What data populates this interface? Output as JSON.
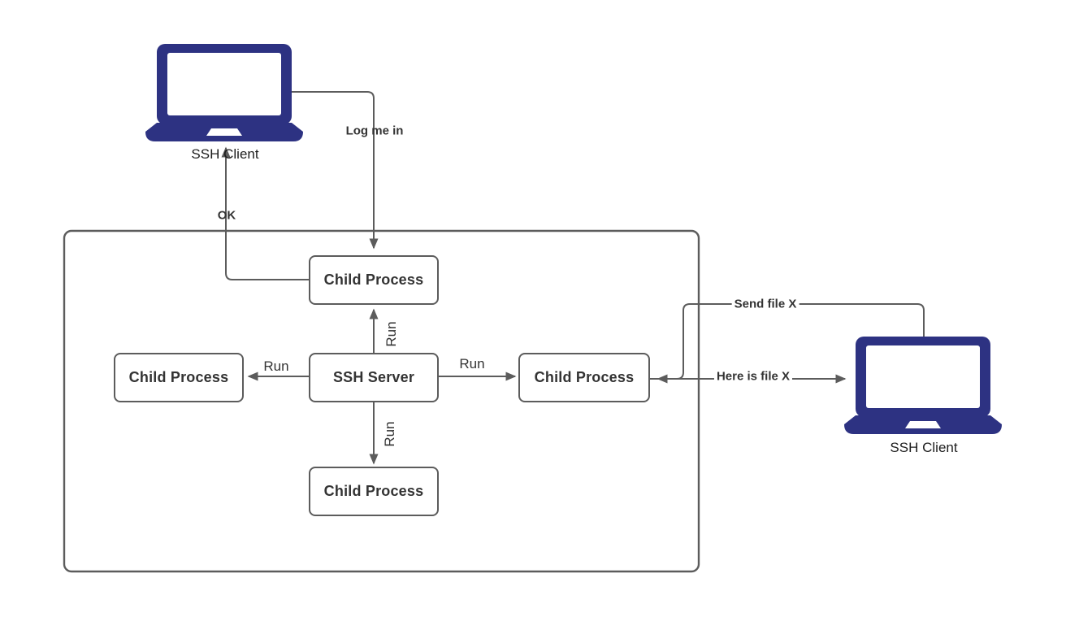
{
  "diagram": {
    "kind": "ssh-architecture-flowchart",
    "nodes": {
      "client_left": {
        "label": "SSH Client"
      },
      "client_right": {
        "label": "SSH Client"
      },
      "ssh_server": {
        "label": "SSH Server"
      },
      "child_top": {
        "label": "Child Process"
      },
      "child_left": {
        "label": "Child Process"
      },
      "child_right": {
        "label": "Child Process"
      },
      "child_bottom": {
        "label": "Child Process"
      }
    },
    "edges": {
      "log_me_in": {
        "label": "Log me in"
      },
      "ok": {
        "label": "OK"
      },
      "run_up": {
        "label": "Run"
      },
      "run_left": {
        "label": "Run"
      },
      "run_right": {
        "label": "Run"
      },
      "run_down": {
        "label": "Run"
      },
      "send_file": {
        "label": "Send file X"
      },
      "here_file": {
        "label": "Here is file X"
      }
    },
    "colors": {
      "laptop_fill": "#2d3282",
      "line_stroke": "#5c5c5c",
      "label_text": "#333333",
      "node_fill": "#ffffff"
    }
  }
}
